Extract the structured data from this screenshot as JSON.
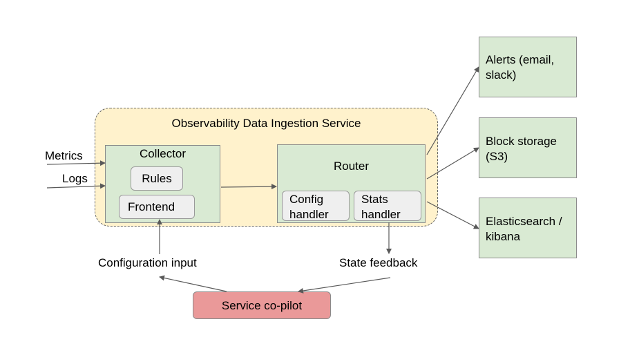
{
  "diagram": {
    "service_title": "Observability Data Ingestion Service",
    "inputs": {
      "metrics": "Metrics",
      "logs": "Logs"
    },
    "collector": {
      "title": "Collector",
      "rules": "Rules",
      "frontend": "Frontend"
    },
    "router": {
      "title": "Router",
      "config_handler": "Config handler",
      "stats_handler": "Stats handler"
    },
    "outputs": {
      "alerts": "Alerts (email, slack)",
      "block_storage": "Block storage (S3)",
      "elasticsearch": "Elasticsearch / kibana"
    },
    "configuration_input": "Configuration input",
    "state_feedback": "State feedback",
    "copilot": "Service co-pilot"
  },
  "colors": {
    "container_fill": "#fff2cc",
    "green_fill": "#d9ead3",
    "inner_fill": "#efefef",
    "copilot_fill": "#ea9999",
    "arrow": "#595959"
  }
}
